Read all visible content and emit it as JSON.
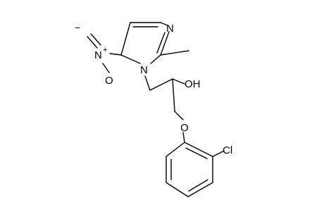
{
  "molecule": {
    "atom_labels": {
      "N_ring_top": "N",
      "N_ring_1": "N",
      "N_nitro": "N",
      "nitro_plus": "+",
      "O_nitro": "O",
      "nitro_minus": "−",
      "OH": "OH",
      "O_ether": "O",
      "Cl": "Cl"
    }
  }
}
